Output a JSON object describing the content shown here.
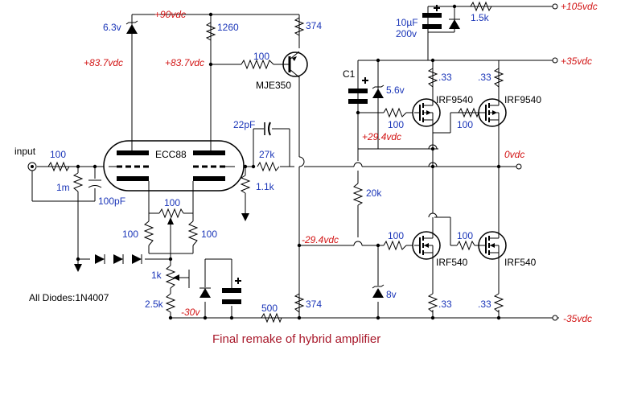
{
  "title": "Final remake of hybrid amplifier",
  "labels": {
    "input": "input",
    "tube": "ECC88",
    "transistor": "MJE350",
    "diodes_note": "All Diodes:1N4007",
    "c1": "C1",
    "mosfet_p1": "IRF9540",
    "mosfet_p2": "IRF9540",
    "mosfet_n1": "IRF540",
    "mosfet_n2": "IRF540"
  },
  "values": {
    "r_input": "100",
    "r_grid": "1m",
    "c_input": "100pF",
    "zener_top": "6.3v",
    "r_plate": "1260",
    "r_cs_top": "374",
    "r_base": "100",
    "c_feedback": "22pF",
    "r_feedback": "27k",
    "r_fb_shunt": "1.1k",
    "r_pot": "100",
    "r_cath_left": "100",
    "r_cath_right": "100",
    "r_bias_pot": "1k",
    "r_bias": "2.5k",
    "r_500": "500",
    "r_cs_bot": "374",
    "cap_hv": "10µF",
    "cap_hv_v": "200v",
    "r_hv": "1.5k",
    "zener_5v6": "5.6v",
    "r_gate_p1": "100",
    "r_gate_p2": "100",
    "r_src_p1": ".33",
    "r_src_p2": ".33",
    "r_20k": "20k",
    "r_gate_n1": "100",
    "r_gate_n2": "100",
    "zener_8v": "8v",
    "r_src_n1": ".33",
    "r_src_n2": ".33"
  },
  "voltages": {
    "v90": "+90vdc",
    "v83_left": "+83.7vdc",
    "v83_right": "+83.7vdc",
    "v105": "+105vdc",
    "v35p": "+35vdc",
    "v29p": "+29.4vdc",
    "v0": "0vdc",
    "v29n": "-29.4vdc",
    "v30n": "-30v",
    "v35n": "-35vdc"
  },
  "colors": {
    "values": "#1a35b8",
    "voltages": "#d21414",
    "title": "#a8182a",
    "wire": "#000000"
  }
}
